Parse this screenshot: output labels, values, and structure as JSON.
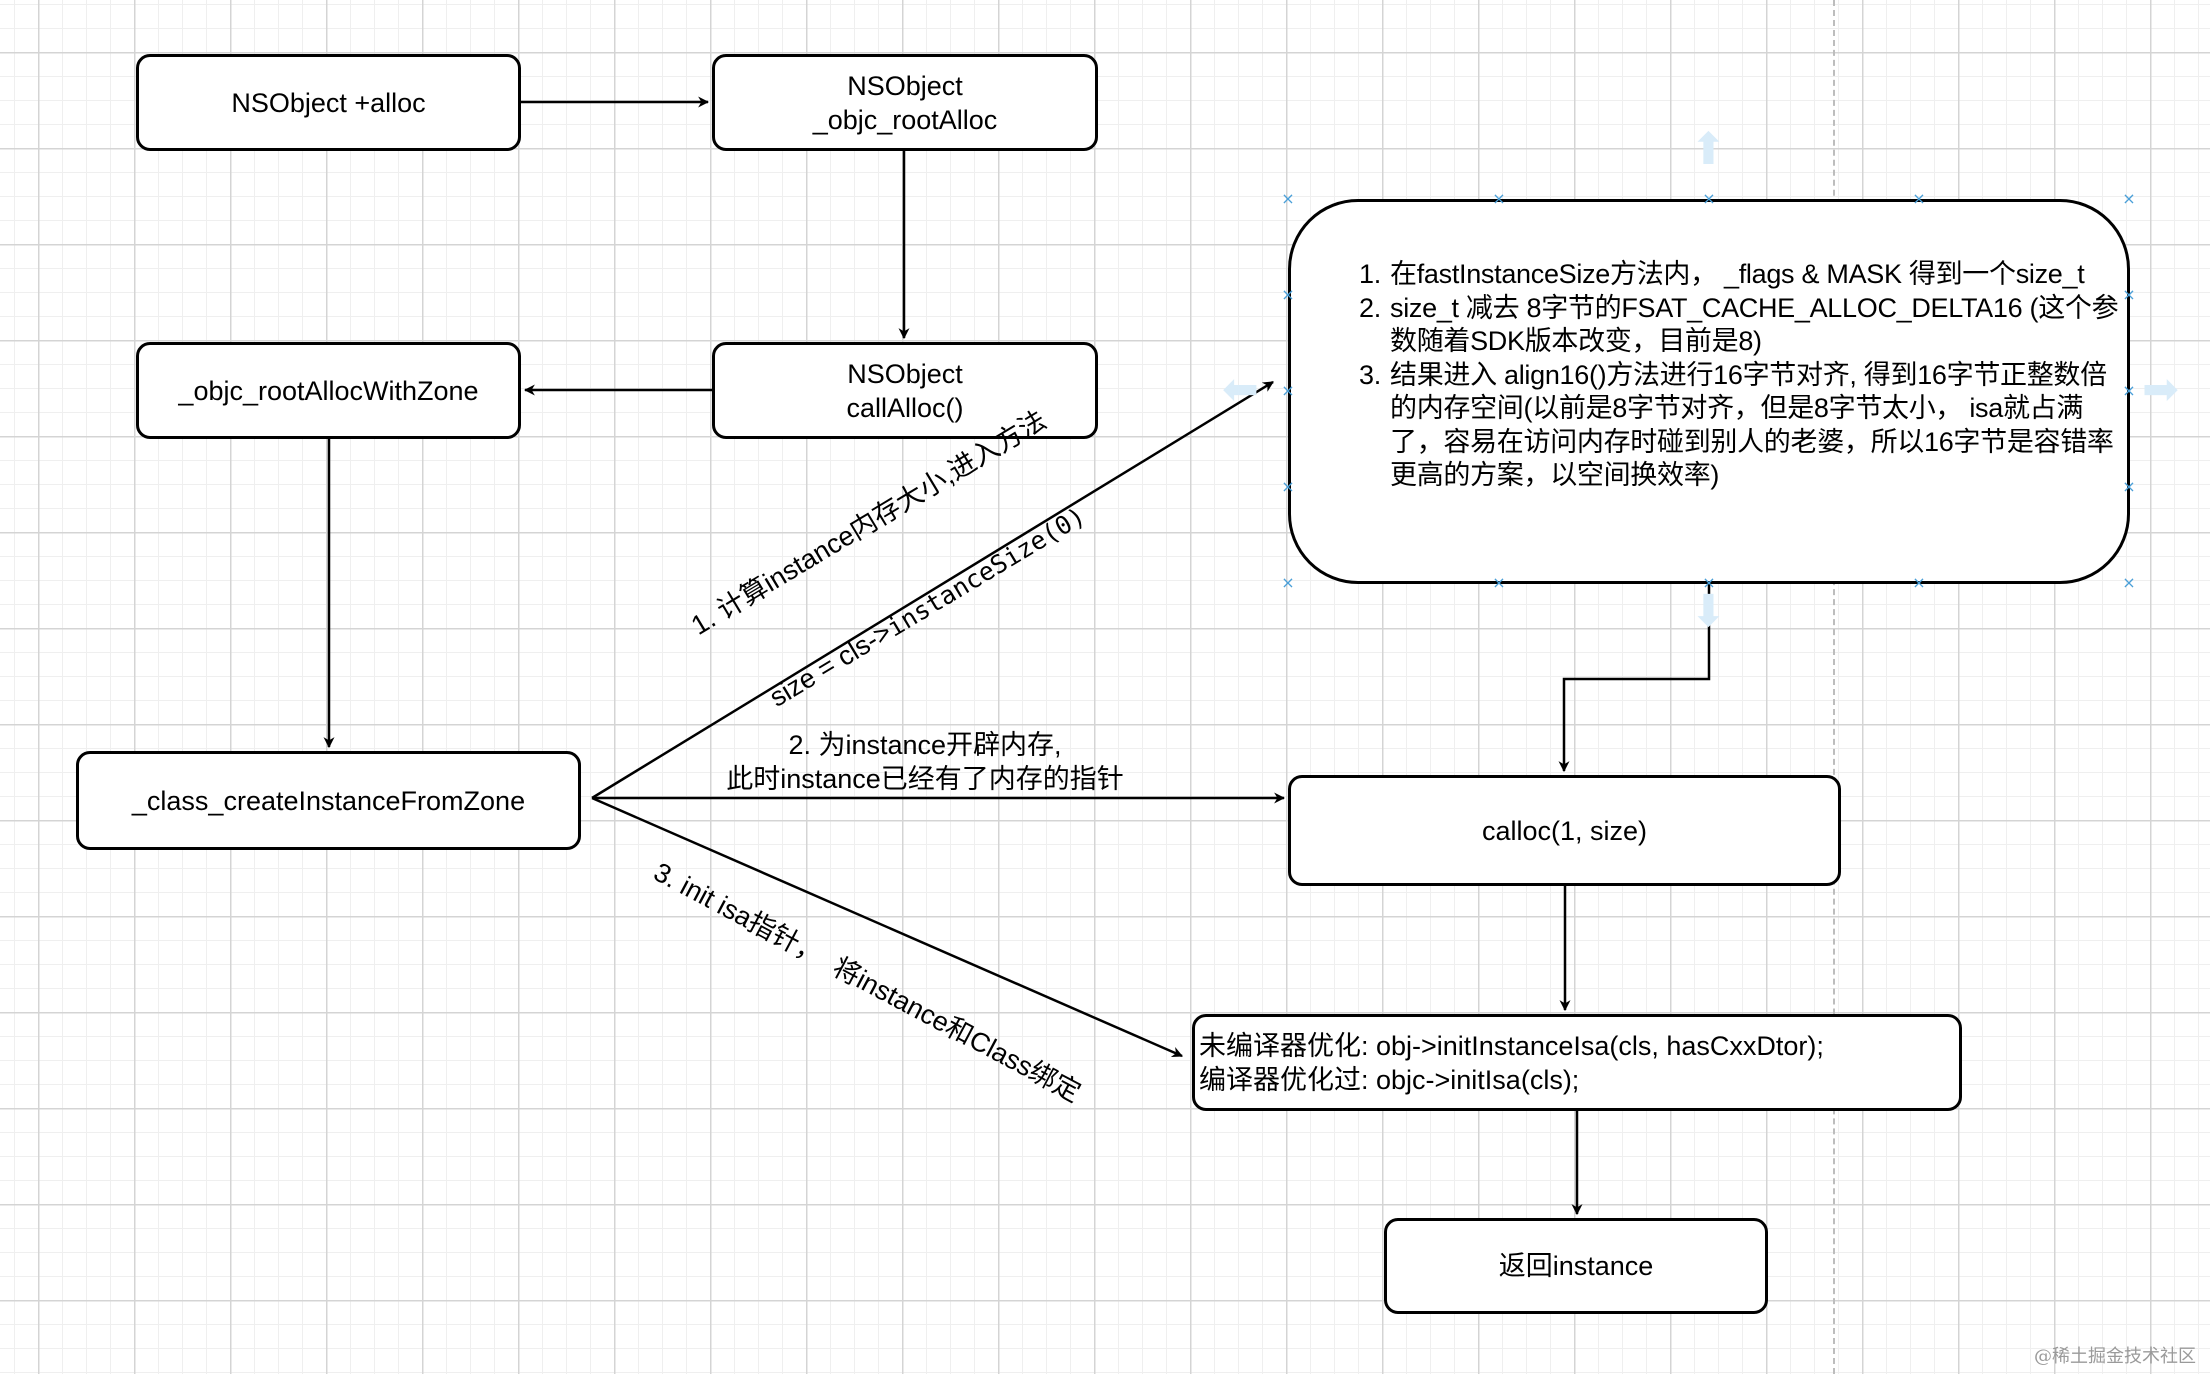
{
  "diagram": {
    "title": "NSObject alloc flow",
    "nodes": {
      "alloc": "NSObject  +alloc",
      "root_alloc": "NSObject\n_objc_rootAlloc",
      "root_alloc_with_zone": "_objc_rootAllocWithZone",
      "call_alloc": "NSObject\ncallAlloc()",
      "create_instance": "_class_createInstanceFromZone",
      "calloc": "calloc(1, size)",
      "init_isa": "未编译器优化: obj->initInstanceIsa(cls, hasCxxDtor);\n编译器优化过: objc->initIsa(cls);",
      "return_instance": "返回instance"
    },
    "size_note": {
      "steps": [
        {
          "num": "1.",
          "text": "在fastInstanceSize方法内，  _flags & MASK 得到一个size_t"
        },
        {
          "num": "2.",
          "text": "size_t 减去 8字节的FSAT_CACHE_ALLOC_DELTA16 (这个参数随着SDK版本改变，目前是8)"
        },
        {
          "num": "3.",
          "text": "结果进入 align16()方法进行16字节对齐, 得到16字节正整数倍的内存空间(以前是8字节对齐，但是8字节太小， isa就占满了，容易在访问内存时碰到别人的老婆，所以16字节是容错率更高的方案，以空间换效率)"
        }
      ]
    },
    "edge_labels": {
      "step1_line1": "1. 计算instance内存大小,进入方法",
      "step1_line2_prefix": "size = cls->",
      "step1_line2_code": "instanceSize(0)",
      "step2": "2. 为instance开辟内存,\n此时instance已经有了内存的指针",
      "step3": "3. init isa指针，  将instance和Class绑定"
    },
    "edges": [
      {
        "from": "alloc",
        "to": "root_alloc"
      },
      {
        "from": "root_alloc",
        "to": "call_alloc"
      },
      {
        "from": "call_alloc",
        "to": "root_alloc_with_zone"
      },
      {
        "from": "root_alloc_with_zone",
        "to": "create_instance"
      },
      {
        "from": "create_instance",
        "to": "size_note",
        "label": "step1"
      },
      {
        "from": "create_instance",
        "to": "calloc",
        "label": "step2"
      },
      {
        "from": "create_instance",
        "to": "init_isa",
        "label": "step3"
      },
      {
        "from": "size_note",
        "to": "calloc"
      },
      {
        "from": "calloc",
        "to": "init_isa"
      },
      {
        "from": "init_isa",
        "to": "return_instance"
      }
    ],
    "selection": {
      "selected_node": "size_note",
      "handle_glyph": "×",
      "handle_color": "#4a9fd8"
    },
    "ghost_arrows": {
      "up": "⬆",
      "down": "⬇",
      "left": "⬅",
      "right": "➡"
    }
  },
  "watermark": "@稀土掘金技术社区"
}
